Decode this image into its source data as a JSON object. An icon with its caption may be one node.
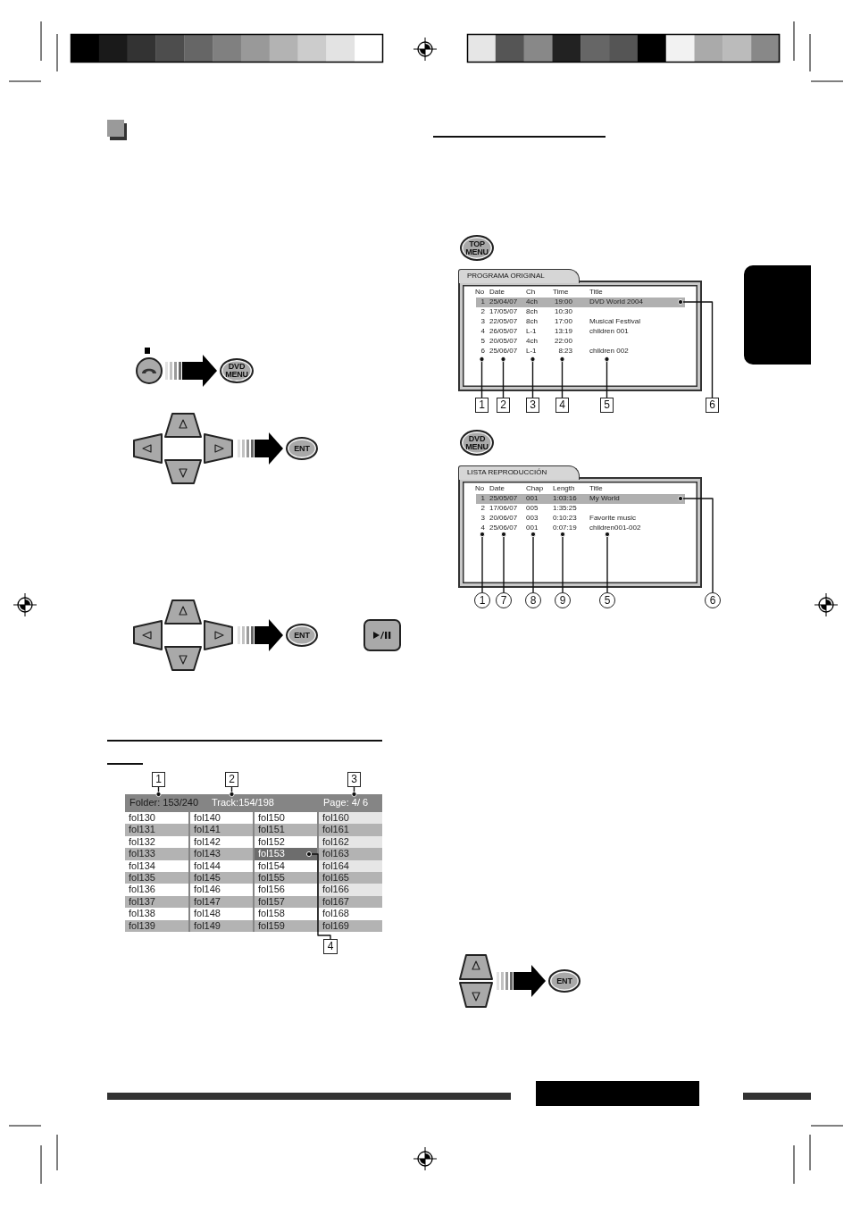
{
  "diagram": {
    "nodes": [
      {
        "text": [],
        "shape": "circle"
      },
      {
        "text": [
          "DVD MENU"
        ]
      },
      {
        "text": [],
        "shape": "picture"
      },
      {
        "text": [
          "ENT"
        ]
      },
      {
        "text": [],
        "shape": "picture"
      },
      {
        "text": [
          "ENT"
        ]
      },
      {
        "text": [],
        "shape": "box"
      },
      {
        "text": [
          "1"
        ]
      },
      {
        "text": [
          "2"
        ]
      },
      {
        "text": [
          "3"
        ]
      },
      {
        "text": [
          "Folder: 153/240",
          "Track:154/198",
          "Page: 4/ 6"
        ]
      },
      {
        "text": [
          "4"
        ]
      },
      {
        "text": [
          "TOP MENU"
        ]
      },
      {
        "text": [
          "PROGRAMA ORIGINAL"
        ]
      },
      {
        "text": [
          "1"
        ]
      },
      {
        "text": [
          "2"
        ]
      },
      {
        "text": [
          "3"
        ]
      },
      {
        "text": [
          "4"
        ]
      },
      {
        "text": [
          "5"
        ]
      },
      {
        "text": [
          "6"
        ]
      },
      {
        "text": [
          "DVD MENU"
        ]
      },
      {
        "text": [
          "LISTA REPRODUCCIÓN"
        ]
      },
      {
        "text": [
          "1"
        ]
      },
      {
        "text": [
          "7"
        ]
      },
      {
        "text": [
          "8"
        ]
      },
      {
        "text": [
          "9"
        ]
      },
      {
        "text": [
          "5"
        ]
      },
      {
        "text": [
          "6"
        ]
      },
      {
        "text": [],
        "shape": "picture"
      },
      {
        "text": [
          "ENT"
        ]
      },
      {
        "text": [],
        "shape": "box"
      }
    ],
    "edges": [
      {
        "from": 0,
        "to": 1,
        "arrow": "to"
      },
      {
        "from": 2,
        "to": 3,
        "arrow": "to"
      },
      {
        "from": 4,
        "to": 5,
        "arrow": "to"
      },
      {
        "from": 7,
        "to": 10,
        "arrow": "other"
      },
      {
        "from": 8,
        "to": 10,
        "arrow": "other"
      },
      {
        "from": 9,
        "to": 10,
        "arrow": "other"
      },
      {
        "from": 11,
        "to": 10,
        "arrow": "other"
      },
      {
        "from": 14,
        "to": 13,
        "arrow": "other"
      },
      {
        "from": 15,
        "to": 13,
        "arrow": "other"
      },
      {
        "from": 16,
        "to": 13,
        "arrow": "other"
      },
      {
        "from": 17,
        "to": 13,
        "arrow": "other"
      },
      {
        "from": 18,
        "to": 13,
        "arrow": "other"
      },
      {
        "from": 19,
        "to": 13,
        "arrow": "other"
      },
      {
        "from": 22,
        "to": 21,
        "arrow": "other"
      },
      {
        "from": 23,
        "to": 21,
        "arrow": "other"
      },
      {
        "from": 24,
        "to": 21,
        "arrow": "other"
      },
      {
        "from": 25,
        "to": 21,
        "arrow": "other"
      },
      {
        "from": 26,
        "to": 21,
        "arrow": "other"
      },
      {
        "from": 27,
        "to": 21,
        "arrow": "other"
      },
      {
        "from": 28,
        "to": 29,
        "arrow": "to"
      }
    ],
    "labels": [
      "fol130",
      "fol140",
      "fol150",
      "fol160",
      "fol131",
      "fol141",
      "fol151",
      "fol161",
      "fol132",
      "fol142",
      "fol152",
      "fol162",
      "fol133",
      "fol143",
      "fol153",
      "fol163",
      "fol134",
      "fol144",
      "fol154",
      "fol164",
      "fol135",
      "fol145",
      "fol155",
      "fol165",
      "fol136",
      "fol146",
      "fol156",
      "fol166",
      "fol137",
      "fol147",
      "fol157",
      "fol167",
      "fol138",
      "fol148",
      "fol158",
      "fol168",
      "fol139",
      "fol149",
      "fol159",
      "fol169",
      "No",
      "Date",
      "Ch",
      "Time",
      "Title",
      "1",
      "25/04/07",
      "4ch",
      "19:00",
      "DVD World 2004",
      "2",
      "17/05/07",
      "8ch",
      "10:30",
      "3",
      "22/05/07",
      "8ch",
      "17:00",
      "Musical Festival",
      "4",
      "26/05/07",
      "L-1",
      "13:19",
      "children 001",
      "5",
      "20/05/07",
      "4ch",
      "22:00",
      "6",
      "25/06/07",
      "L-1",
      "8:23",
      "children 002",
      "No",
      "Date",
      "Chap",
      "Length",
      "Title",
      "1",
      "25/05/07",
      "001",
      "1:03:16",
      "My World",
      "2",
      "17/06/07",
      "005",
      "1:35:25",
      "3",
      "20/06/07",
      "003",
      "0:10:23",
      "Favorite music",
      "4",
      "25/06/07",
      "001",
      "0:07:19",
      "children001-002"
    ]
  }
}
